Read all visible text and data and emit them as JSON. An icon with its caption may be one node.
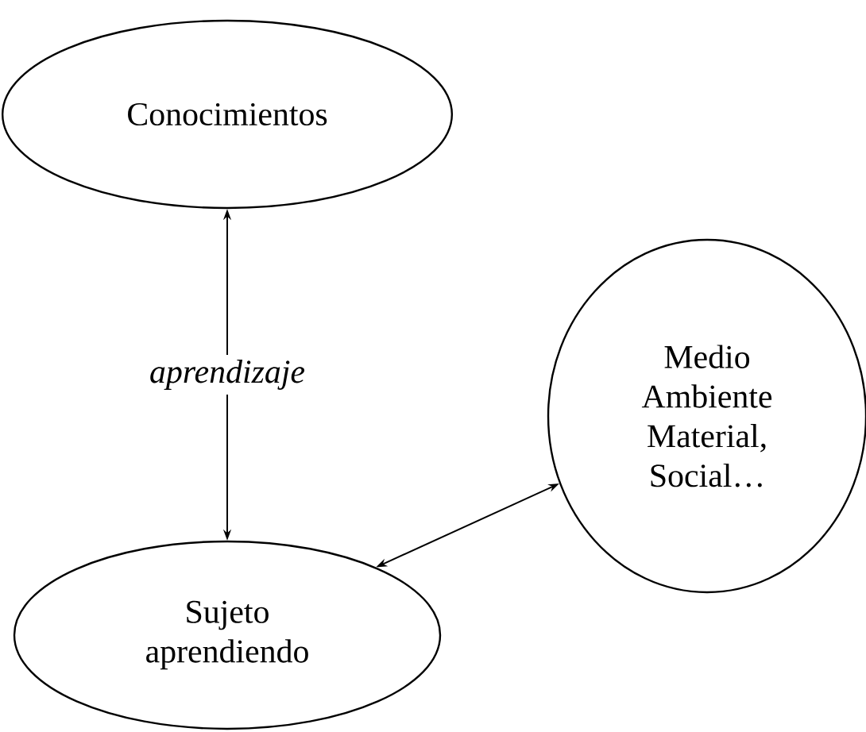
{
  "diagram": {
    "nodes": [
      {
        "text": [
          "Conocimientos"
        ]
      },
      {
        "text": [
          "Sujeto aprendiendo"
        ]
      },
      {
        "text": [
          "Medio Ambiente Material, Social…"
        ]
      }
    ],
    "edges": [
      {
        "from": 1,
        "to": 0,
        "arrow": "both",
        "label": "aprendizaje"
      },
      {
        "from": 1,
        "to": 2,
        "arrow": "both"
      }
    ]
  }
}
